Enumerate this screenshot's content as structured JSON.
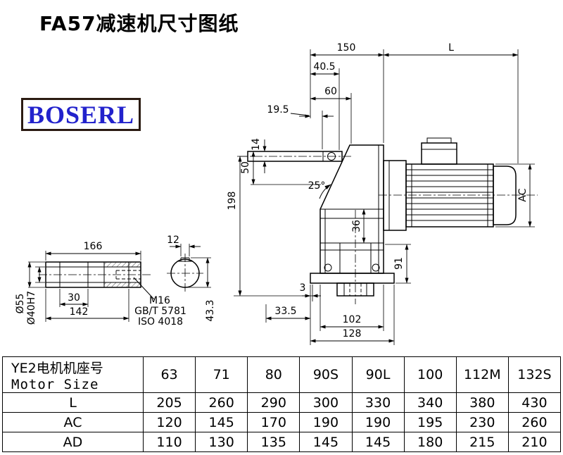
{
  "page": {
    "title": "FA57减速机尺寸图纸",
    "logo_text": "BOSERL"
  },
  "drawing": {
    "dims": {
      "w150": "150",
      "wL": "L",
      "w40_5": "40.5",
      "w60": "60",
      "w19_5": "19.5",
      "h14": "14",
      "h50": "50",
      "a25": "25°",
      "h198": "198",
      "h36": "36",
      "h91": "91",
      "w3": "3",
      "w33_5": "33.5",
      "w102": "102",
      "w128": "128",
      "ac": "AC",
      "len166": "166",
      "key12": "12",
      "od55": "Ø55",
      "bore40": "Ø40H7",
      "w30": "30",
      "w142": "142",
      "m16": "M16",
      "gb": "GB/T 5781",
      "iso": "ISO 4018",
      "h43": "43.3"
    }
  },
  "table": {
    "header": {
      "line1": "YE2电机机座号",
      "line2": "Motor Size"
    },
    "sizes": [
      "63",
      "71",
      "80",
      "90S",
      "90L",
      "100",
      "112M",
      "132S"
    ],
    "rows": [
      {
        "label": "L",
        "values": [
          "205",
          "260",
          "290",
          "300",
          "330",
          "340",
          "380",
          "430"
        ]
      },
      {
        "label": "AC",
        "values": [
          "120",
          "145",
          "170",
          "190",
          "190",
          "195",
          "230",
          "260"
        ]
      },
      {
        "label": "AD",
        "values": [
          "110",
          "130",
          "135",
          "145",
          "145",
          "180",
          "215",
          "210"
        ]
      }
    ]
  }
}
